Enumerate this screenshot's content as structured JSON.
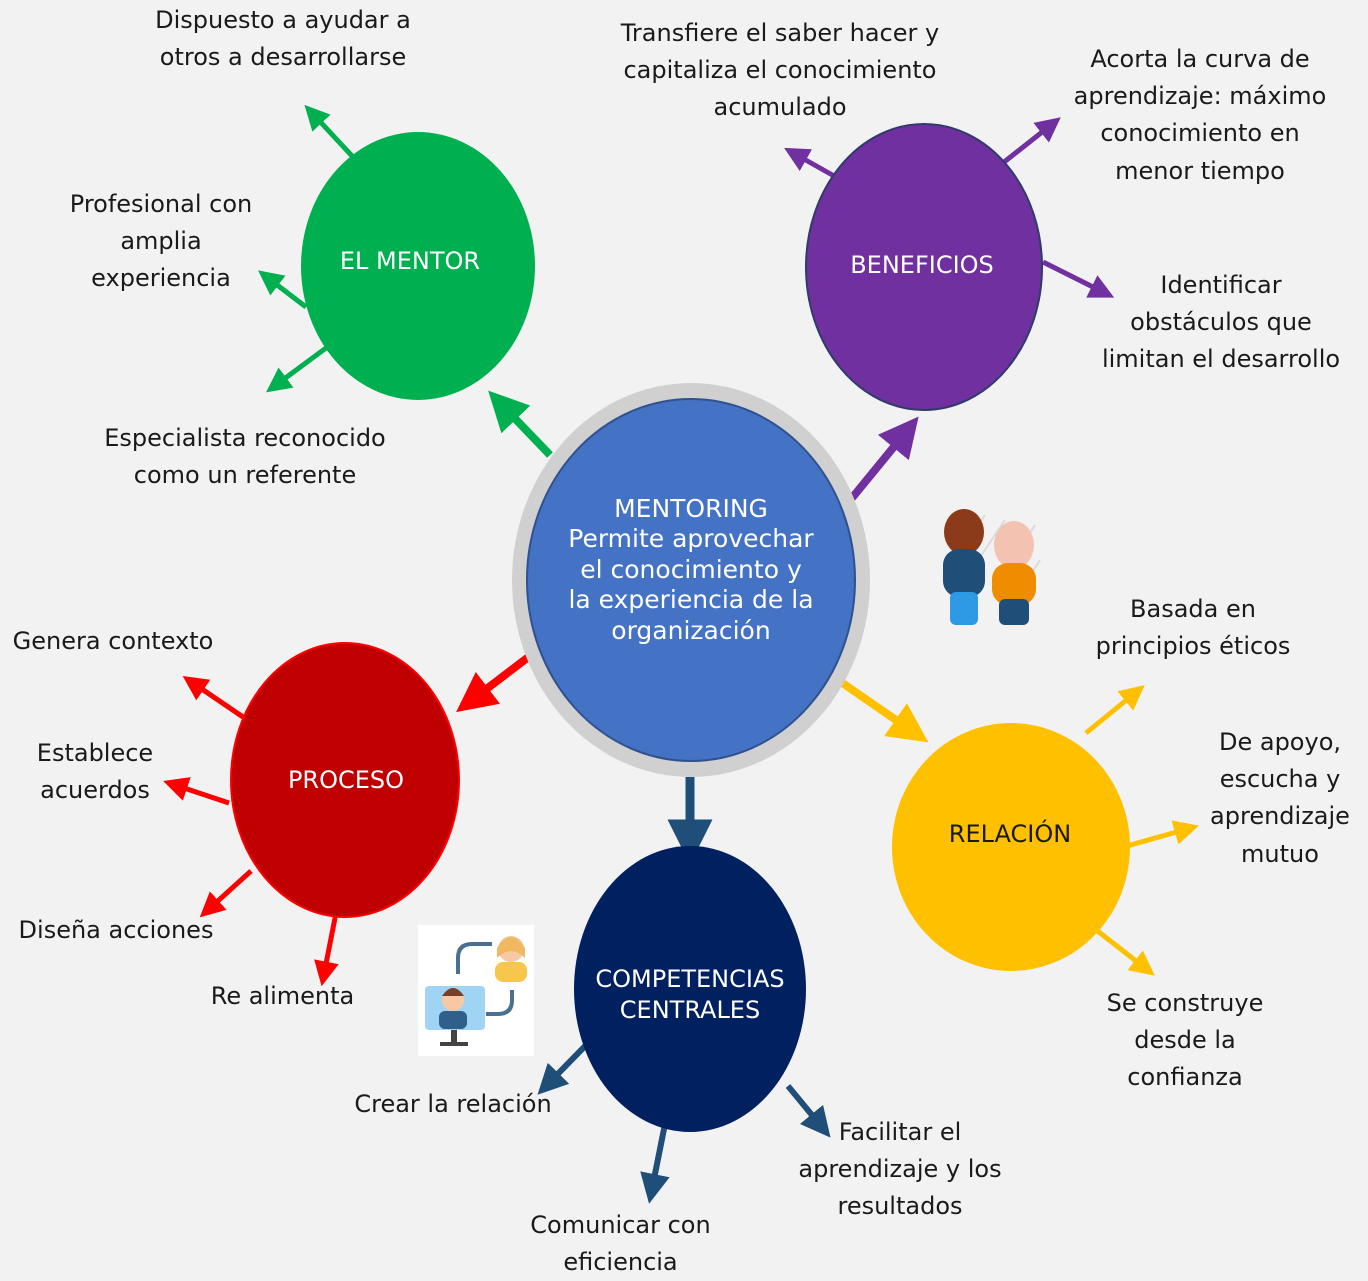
{
  "center": {
    "title": "MENTORING",
    "lines": [
      "Permite aprovechar",
      "el conocimiento y",
      "la experiencia de la",
      "organización"
    ]
  },
  "nodes": {
    "mentor": {
      "label": "EL MENTOR",
      "color": "#00b050"
    },
    "beneficios": {
      "label": "BENEFICIOS",
      "color": "#7030a0"
    },
    "proceso": {
      "label": "PROCESO",
      "color": "#c00000"
    },
    "relacion": {
      "label": "RELACIÓN",
      "color": "#ffc000"
    },
    "competencias": {
      "label": "COMPETENCIAS CENTRALES",
      "color": "#002060"
    }
  },
  "mentor_items": [
    [
      "Dispuesto a ayudar a",
      "otros a desarrollarse"
    ],
    [
      "Profesional con",
      "amplia",
      "experiencia"
    ],
    [
      "Especialista reconocido",
      "como un referente"
    ]
  ],
  "beneficios_items": [
    [
      "Transfiere el saber hacer y",
      "capitaliza el conocimiento",
      "acumulado"
    ],
    [
      "Acorta la curva de",
      "aprendizaje: máximo",
      "conocimiento en",
      "menor tiempo"
    ],
    [
      "Identificar",
      "obstáculos que",
      "limitan el desarrollo"
    ]
  ],
  "proceso_items": [
    [
      "Genera contexto"
    ],
    [
      "Establece",
      "acuerdos"
    ],
    [
      "Diseña acciones"
    ],
    [
      "Re alimenta"
    ]
  ],
  "relacion_items": [
    [
      "Basada en",
      "principios éticos"
    ],
    [
      "De apoyo,",
      "escucha y",
      "aprendizaje",
      "mutuo"
    ],
    [
      "Se construye",
      "desde la",
      "confianza"
    ]
  ],
  "competencias_items": [
    [
      "Crear la relación"
    ],
    [
      "Comunicar con",
      "eficiencia"
    ],
    [
      "Facilitar el",
      "aprendizaje y los",
      "resultados"
    ]
  ],
  "colors": {
    "center_fill": "#4472c4",
    "center_ring": "#d0d0d0",
    "competencias_arrow": "#1f4e79"
  }
}
